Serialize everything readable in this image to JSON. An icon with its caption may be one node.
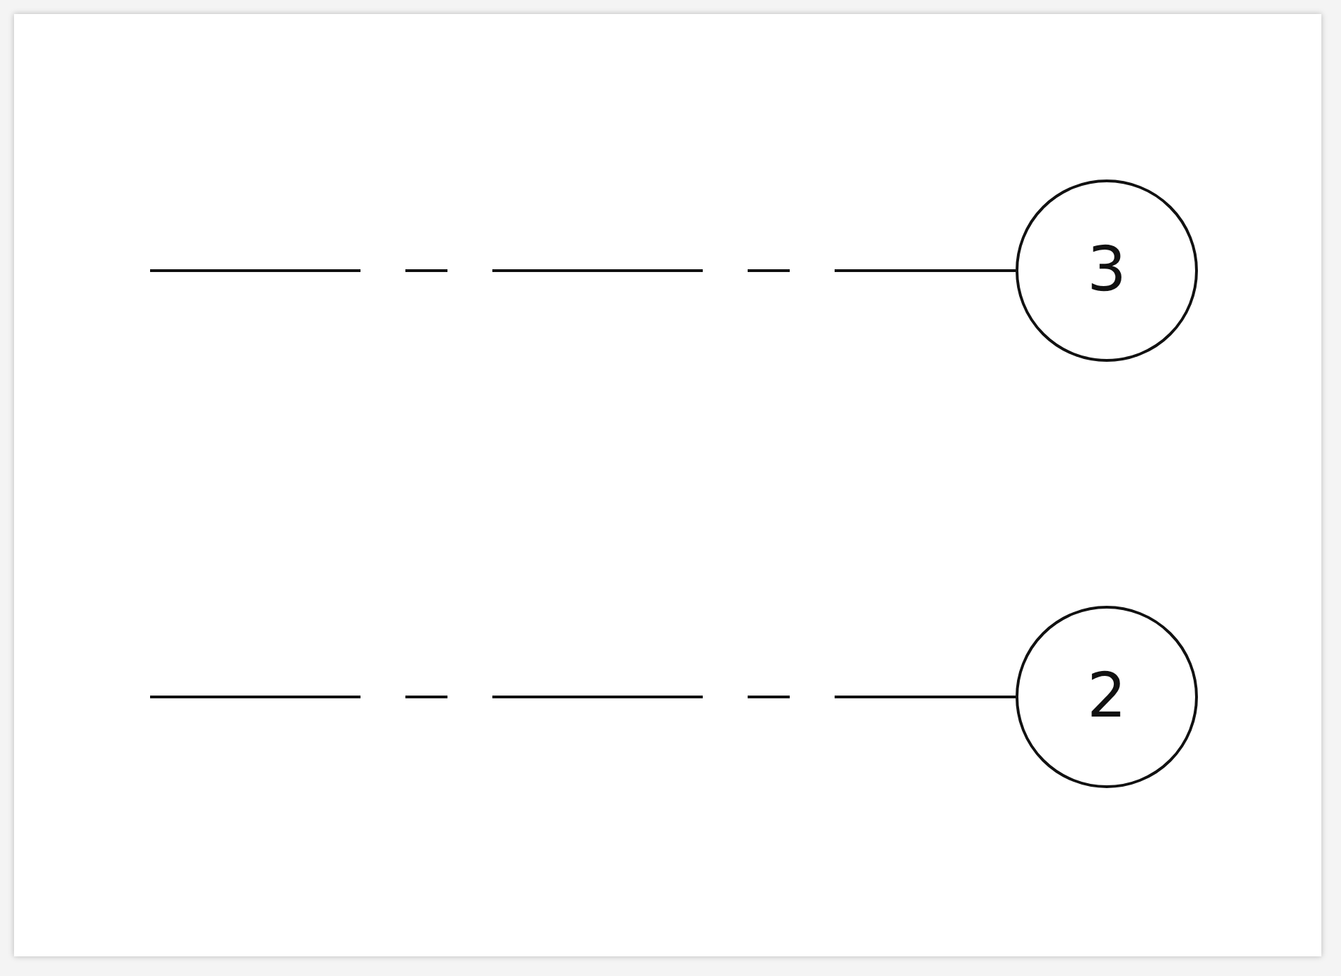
{
  "diagram": {
    "nodes": [
      {
        "text": [
          "3"
        ]
      },
      {
        "text": [
          "2"
        ]
      }
    ],
    "edges": [
      {
        "from": null,
        "to": 0,
        "arrow": "none",
        "style": "dashed"
      },
      {
        "from": null,
        "to": 1,
        "arrow": "none",
        "style": "dashed"
      }
    ]
  }
}
